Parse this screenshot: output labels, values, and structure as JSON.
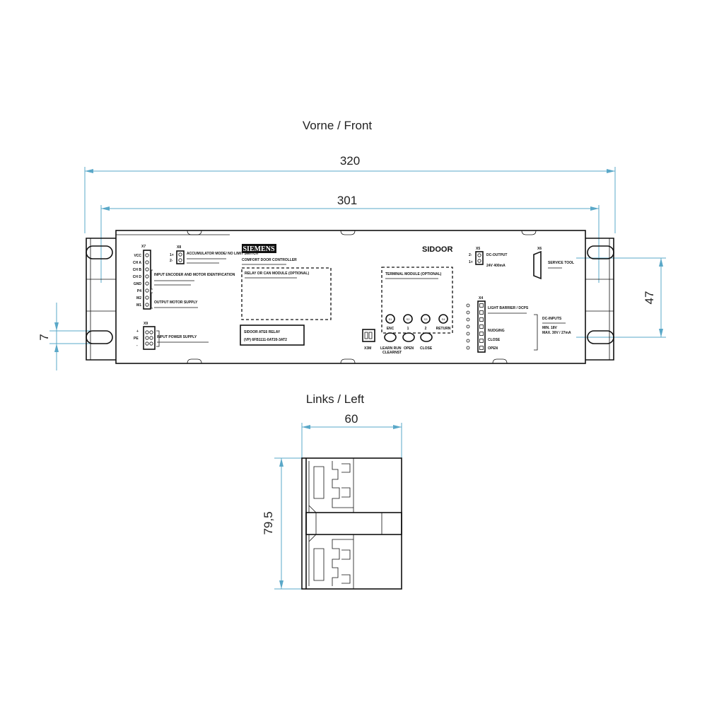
{
  "views": {
    "front_title": "Vorne / Front",
    "left_title": "Links / Left"
  },
  "dimensions": {
    "overall_length": "320",
    "hole_spacing": "301",
    "height": "47",
    "slot": "7",
    "depth": "60",
    "side_height": "79,5"
  },
  "colors": {
    "dimension_line": "#5aa8c8",
    "outline": "#111111"
  },
  "panel": {
    "brand": "SIEMENS",
    "product": "SIDOOR",
    "subtitle": "COMFORT DOOR CONTROLLER",
    "relay_box": "RELAY OR CAN MODULE (OPTIONAL)",
    "terminal_box": "TERMINAL MODULE (OPTIONAL)",
    "relay_label_1": "SIDOOR ATE6 RELAY",
    "relay_label_2": "(VP) 6FB1111-0AT20-3AT2",
    "x7": "X7",
    "x7_pins": [
      "VCC",
      "CH A",
      "CH B",
      "CH D",
      "GND",
      "P4",
      "M2",
      "M1"
    ],
    "x8": "X8",
    "x8_pins": [
      "1+",
      "2-"
    ],
    "accumulator": "ACCUMULATOR MODE/ NO LIMIT SWITCH",
    "encoder": "INPUT ENCODER AND MOTOR IDENTIFICATION",
    "motor_supply": "OUTPUT MOTOR SUPPLY",
    "x9": "X9",
    "x9_pins": [
      "+",
      "PE",
      "-"
    ],
    "power_supply": "INPUT POWER SUPPLY",
    "buttons": [
      "S1",
      "S2",
      "S3",
      "S4"
    ],
    "button_labels": [
      "ENC",
      "1",
      "2",
      "RETURN"
    ],
    "x5": "X5",
    "x5_pins": [
      "2-",
      "1+"
    ],
    "dc_output": "DC-OUTPUT",
    "dc_output_val": "24V 400mA",
    "x6": "X6",
    "service": "SERVICE TOOL",
    "x4": "X4",
    "light_barrier": "LIGHT BARRIER / DCPS",
    "nudging": "NUDGING",
    "close": "CLOSE",
    "open": "OPEN",
    "dc_inputs": "DC-INPUTS",
    "dc_inputs_min": "MIN. 18V",
    "dc_inputs_max": "MAX. 30V / 27mA",
    "learn": "LEARN RUN",
    "learn_sub": "CLEARNST",
    "open_btn": "OPEN",
    "close_btn": "CLOSE",
    "switch": "X3M"
  }
}
